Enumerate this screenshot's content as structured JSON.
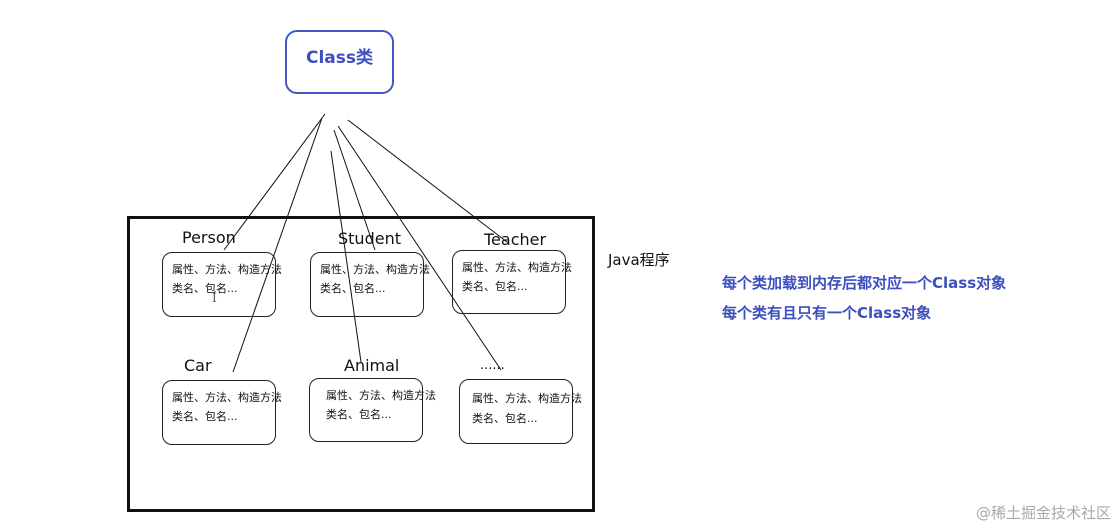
{
  "diagram": {
    "root": "Class类",
    "container_label": "Java程序",
    "classes": [
      {
        "name": "Person",
        "line1": "属性、方法、构造方法",
        "line2": "类名、包名..."
      },
      {
        "name": "Student",
        "line1": "属性、方法、构造方法",
        "line2": "类名、包名..."
      },
      {
        "name": "Teacher",
        "line1": "属性、方法、构造方法",
        "line2": "类名、包名..."
      },
      {
        "name": "Car",
        "line1": "属性、方法、构造方法",
        "line2": "类名、包名..."
      },
      {
        "name": "Animal",
        "line1": "属性、方法、构造方法",
        "line2": "类名、包名..."
      },
      {
        "name": "......",
        "line1": "属性、方法、构造方法",
        "line2": "类名、包名..."
      }
    ],
    "notes": [
      "每个类加载到内存后都对应一个Class对象",
      "每个类有且只有一个Class对象"
    ],
    "cursor_glyph": "I"
  },
  "watermark": "@稀土掘金技术社区",
  "colors": {
    "accent": "#3d4fbf",
    "frame": "#111111",
    "watermark": "#a9a9a9"
  }
}
